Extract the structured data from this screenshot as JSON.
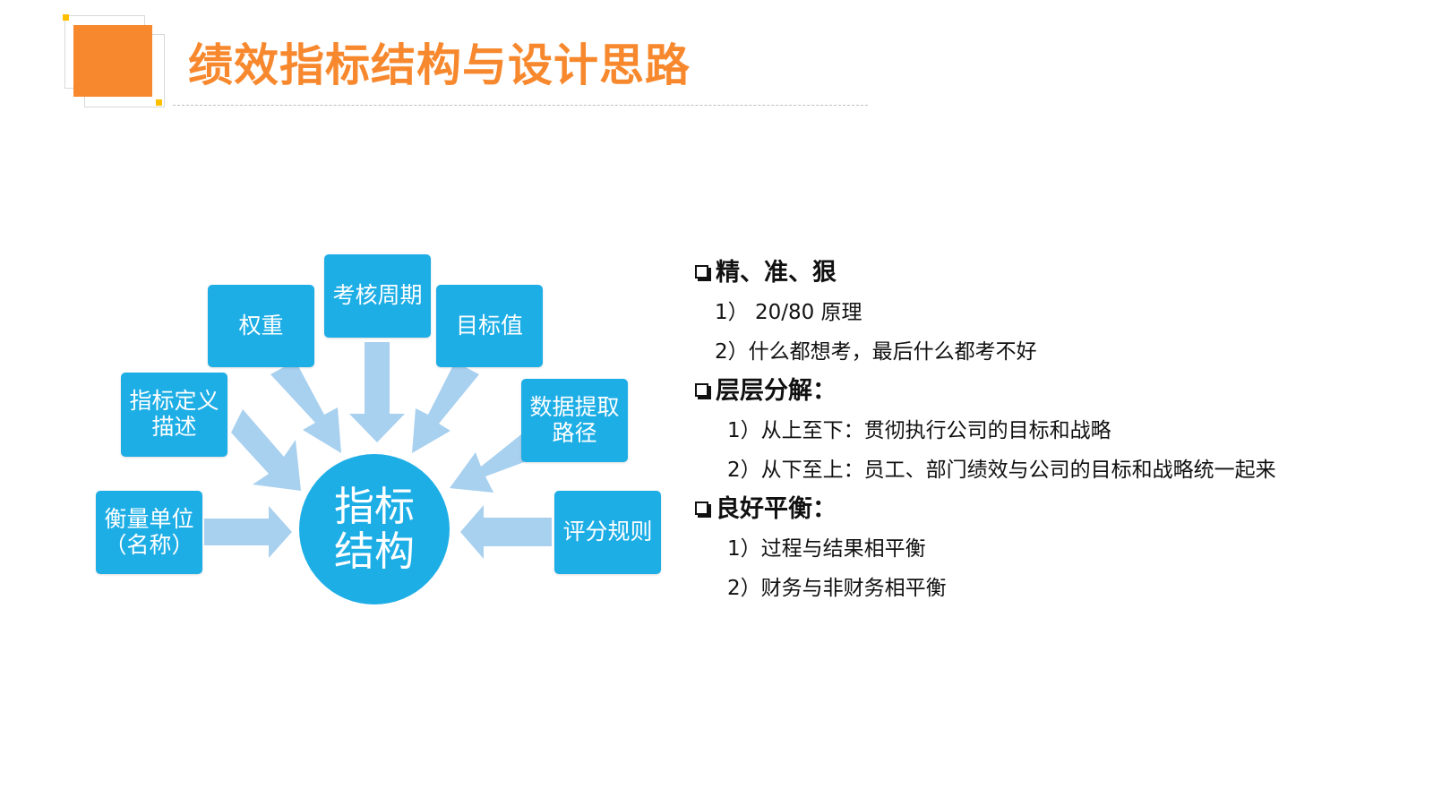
{
  "header": {
    "title": "绩效指标结构与设计思路"
  },
  "diagram": {
    "center": {
      "line1": "指标",
      "line2": "结构"
    },
    "nodes": {
      "weight": "权重",
      "review_cycle": "考核周期",
      "target_value": "目标值",
      "definition": "指标定义描述",
      "data_source": "数据提取路径",
      "unit": "衡量单位（名称）",
      "scoring": "评分规则"
    }
  },
  "points": {
    "section1": {
      "heading": "精、准、狠",
      "items": [
        "1）  20/80 原理",
        "2）什么都想考，最后什么都考不好"
      ]
    },
    "section2": {
      "heading": "层层分解：",
      "items": [
        "1）从上至下：贯彻执行公司的目标和战略",
        "2）从下至上：员工、部门绩效与公司的目标和战略统一起来"
      ]
    },
    "section3": {
      "heading": "良好平衡：",
      "items": [
        "1）过程与结果相平衡",
        "2）财务与非财务相平衡"
      ]
    }
  },
  "colors": {
    "accent": "#f7882d",
    "node_blue": "#1eaee6",
    "arrow_blue": "#a8d0ef",
    "dot_yellow": "#ffc000"
  }
}
